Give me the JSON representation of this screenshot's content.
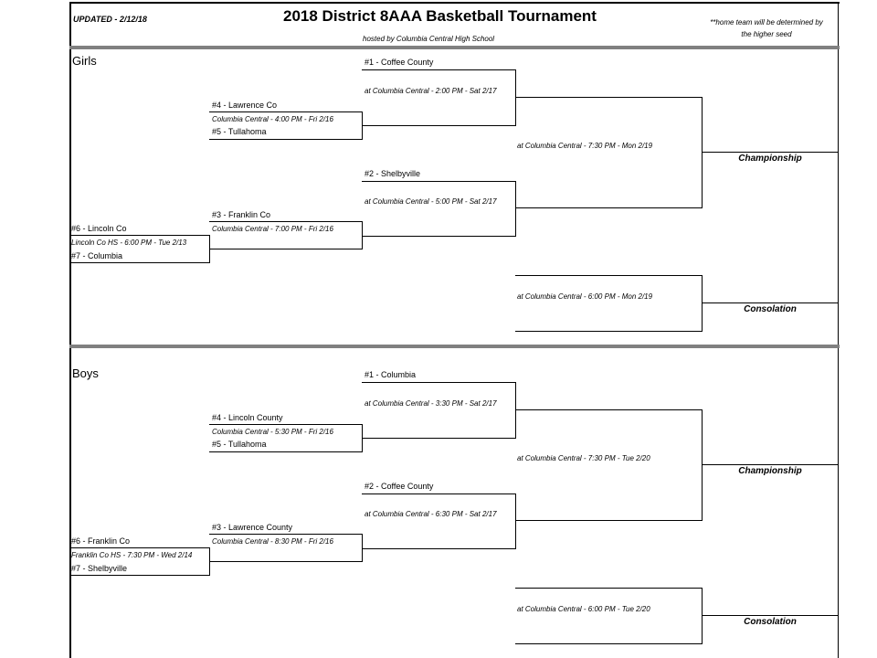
{
  "header": {
    "updated": "UPDATED - 2/12/18",
    "title": "2018 District 8AAA Basketball Tournament",
    "subtitle": "hosted by Columbia Central High School",
    "note_line1": "**home team will be determined by",
    "note_line2": "the higher seed"
  },
  "sections": [
    {
      "label": "Girls",
      "r1": {
        "top": "#6 - Lincoln Co",
        "info": "Lincoln Co HS - 6:00 PM - Tue 2/13",
        "bottom": "#7 - Columbia"
      },
      "qf1": {
        "top": "#4 - Lawrence Co",
        "info": "Columbia Central - 4:00 PM - Fri 2/16",
        "bottom": "#5 - Tullahoma"
      },
      "qf2": {
        "top": "#3 - Franklin Co",
        "info": "Columbia Central - 7:00 PM - Fri 2/16"
      },
      "sf1": {
        "top": "#1 - Coffee County",
        "info": "at Columbia Central - 2:00 PM - Sat 2/17"
      },
      "sf2": {
        "top": "#2 - Shelbyville",
        "info": "at Columbia Central - 5:00 PM - Sat 2/17"
      },
      "final": {
        "info": "at Columbia Central - 7:30 PM - Mon 2/19",
        "label": "Championship"
      },
      "consolation": {
        "info": "at Columbia Central - 6:00 PM - Mon 2/19",
        "label": "Consolation"
      }
    },
    {
      "label": "Boys",
      "r1": {
        "top": "#6 - Franklin Co",
        "info": "Franklin Co  HS - 7:30 PM - Wed 2/14",
        "bottom": "#7 - Shelbyville"
      },
      "qf1": {
        "top": "#4 - Lincoln County",
        "info": "Columbia Central - 5:30 PM - Fri 2/16",
        "bottom": "#5 - Tullahoma"
      },
      "qf2": {
        "top": "#3 - Lawrence County",
        "info": "Columbia Central - 8:30 PM - Fri 2/16"
      },
      "sf1": {
        "top": "#1 - Columbia",
        "info": "at Columbia Central - 3:30 PM - Sat 2/17"
      },
      "sf2": {
        "top": "#2 - Coffee County",
        "info": "at Columbia Central - 6:30 PM - Sat 2/17"
      },
      "final": {
        "info": "at Columbia Central - 7:30 PM - Tue 2/20",
        "label": "Championship"
      },
      "consolation": {
        "info": "at Columbia Central - 6:00 PM - Tue 2/20",
        "label": "Consolation"
      }
    }
  ]
}
